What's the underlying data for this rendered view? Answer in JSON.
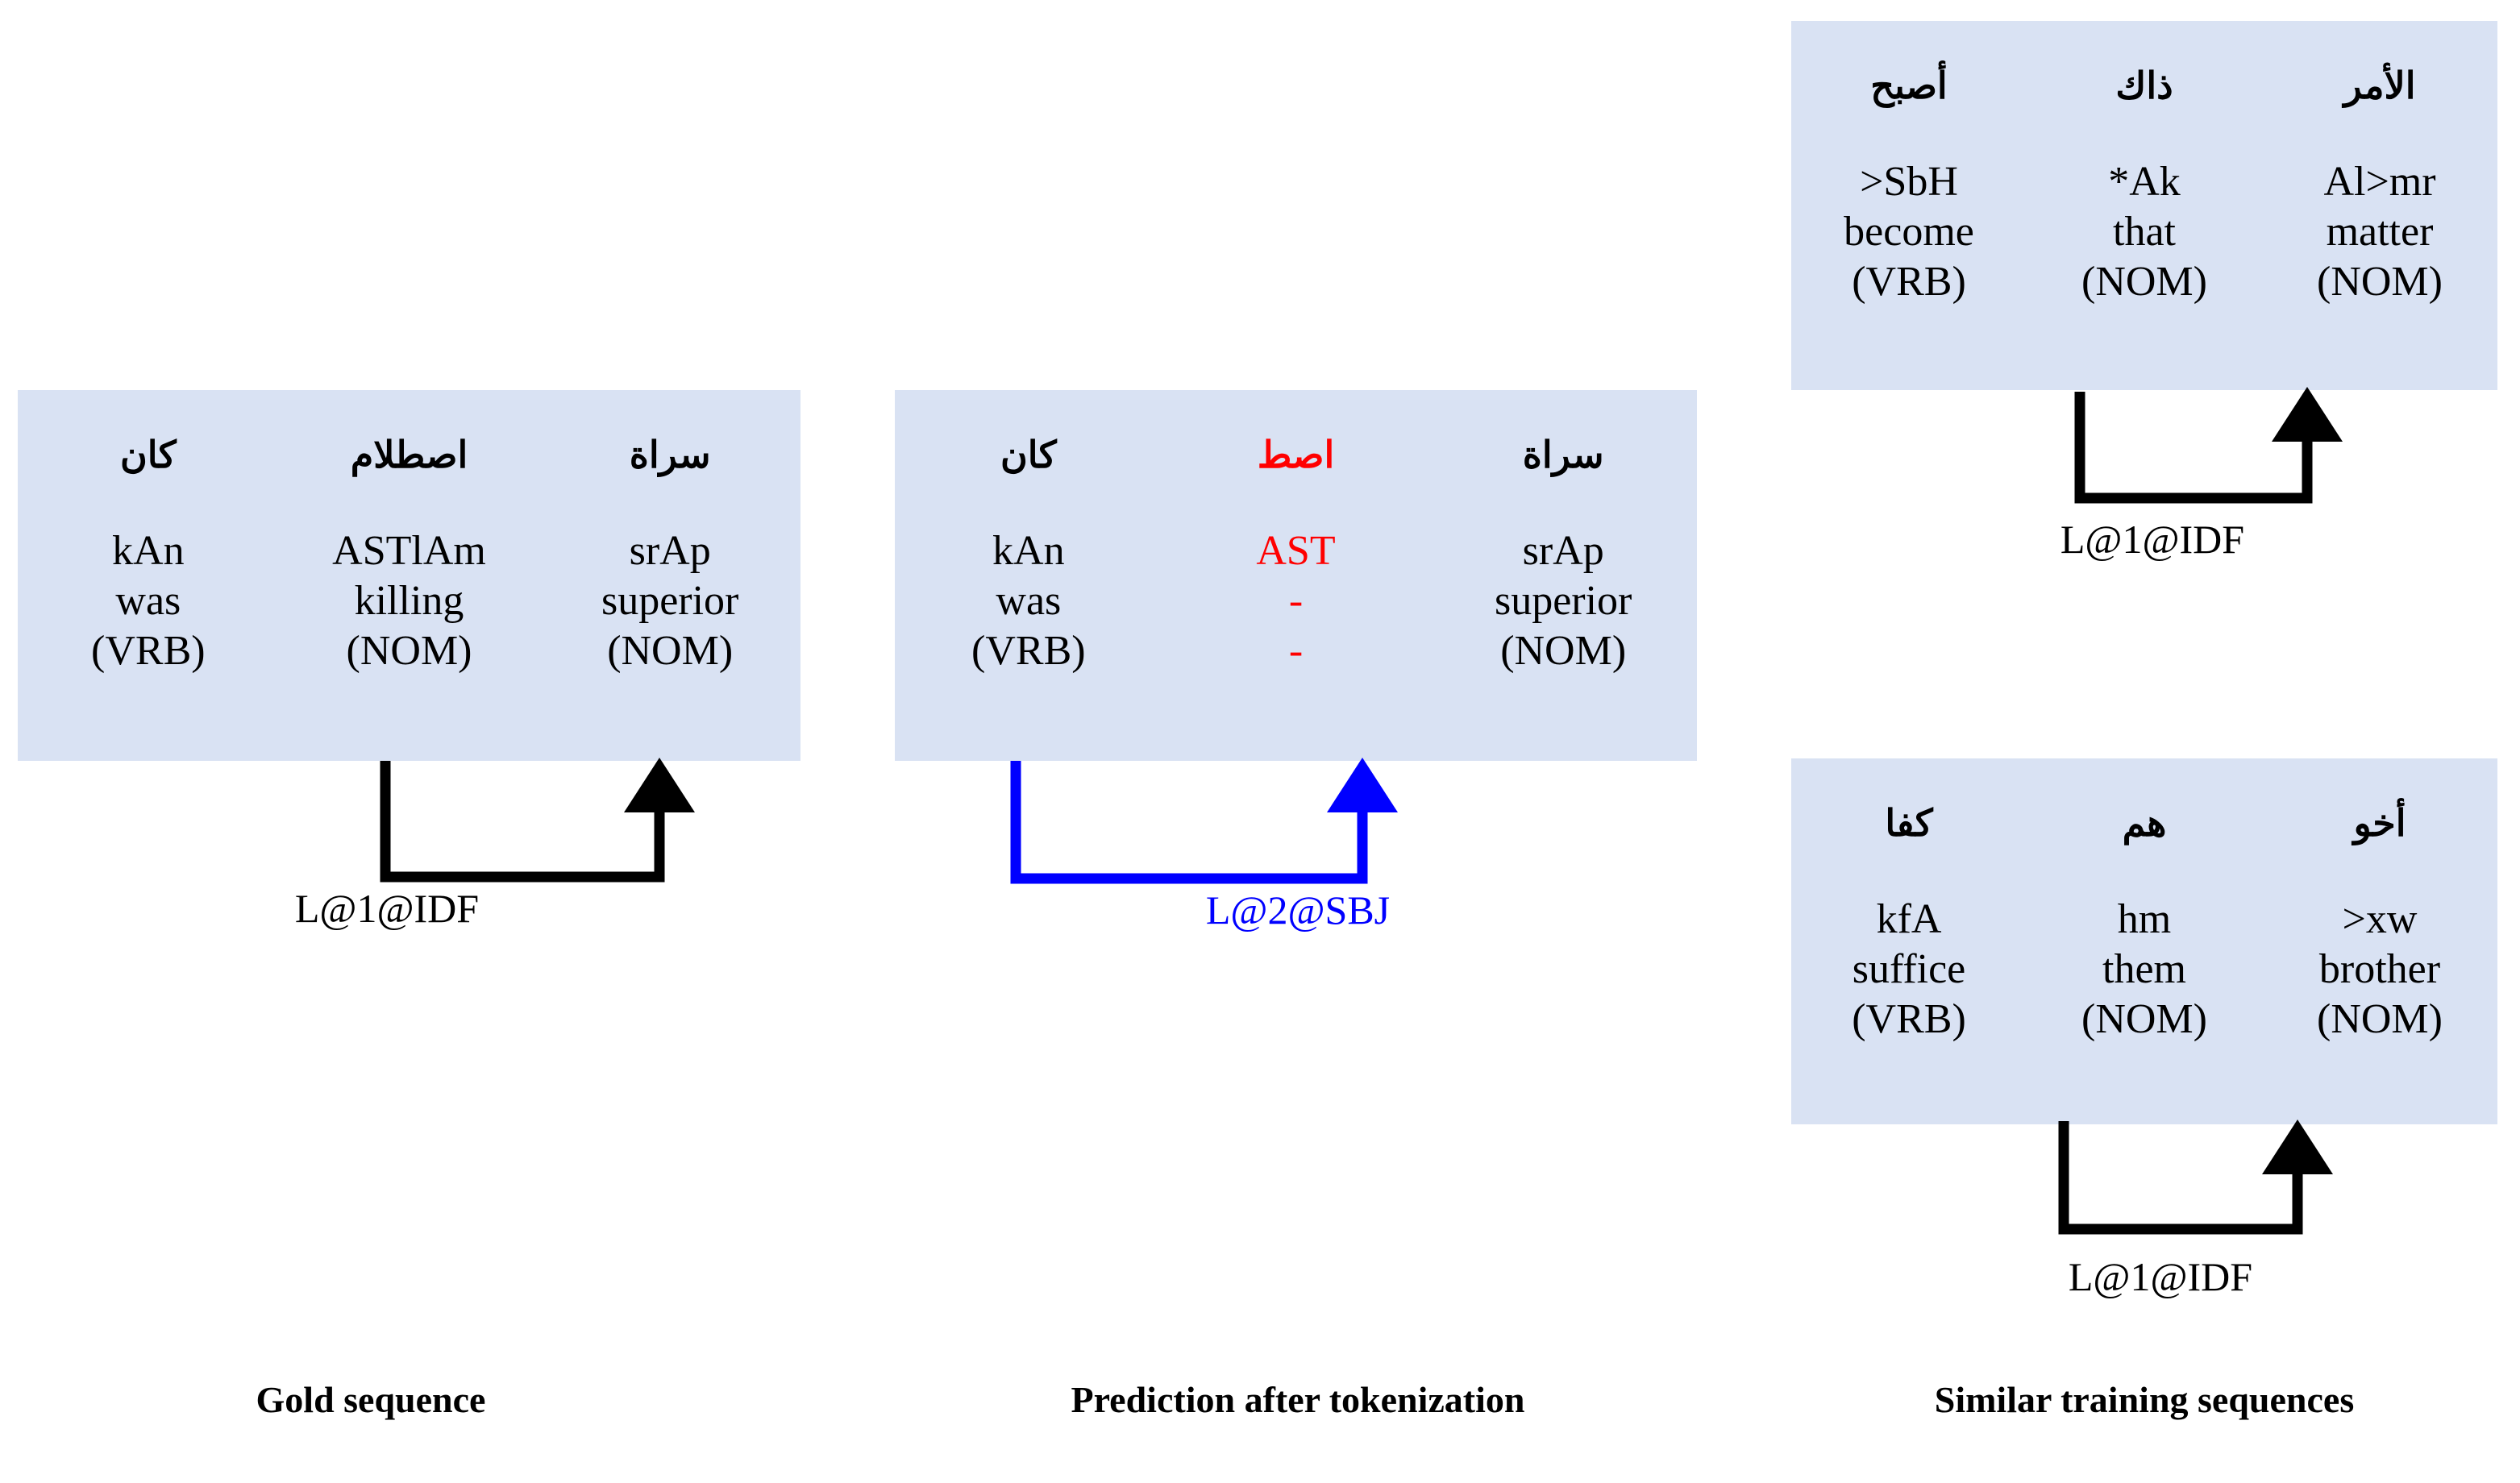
{
  "colors": {
    "panel_background": "#d9e2f3",
    "text": "#000000",
    "highlight_red": "#ff0000",
    "prediction_blue": "#0000ff"
  },
  "panels": {
    "gold": {
      "caption": "Gold sequence",
      "arc_label": "L@1@IDF",
      "arc_color": "#000000",
      "tokens": [
        {
          "arabic": "كان",
          "translit": "kAn",
          "gloss": "was",
          "pos": "(VRB)"
        },
        {
          "arabic": "اصطلام",
          "translit": "ASTlAm",
          "gloss": "killing",
          "pos": "(NOM)"
        },
        {
          "arabic": "سراة",
          "translit": "srAp",
          "gloss": "superior",
          "pos": "(NOM)"
        }
      ]
    },
    "prediction": {
      "caption": "Prediction after tokenization",
      "arc_label": "L@2@SBJ",
      "arc_color": "#0000ff",
      "tokens": [
        {
          "arabic": "كان",
          "translit": "kAn",
          "gloss": "was",
          "pos": "(VRB)",
          "highlight": false
        },
        {
          "arabic": "اصط",
          "translit": "AST",
          "gloss": "-",
          "pos": "-",
          "highlight": true
        },
        {
          "arabic": "سراة",
          "translit": "srAp",
          "gloss": "superior",
          "pos": "(NOM)",
          "highlight": false
        }
      ]
    },
    "training_top": {
      "caption": "Similar training sequences",
      "arc_label": "L@1@IDF",
      "arc_color": "#000000",
      "tokens": [
        {
          "arabic": "أصبح",
          "translit": ">SbH",
          "gloss": "become",
          "pos": "(VRB)"
        },
        {
          "arabic": "ذاك",
          "translit": "*Ak",
          "gloss": "that",
          "pos": "(NOM)"
        },
        {
          "arabic": "الأمر",
          "translit": "Al>mr",
          "gloss": "matter",
          "pos": "(NOM)"
        }
      ]
    },
    "training_bottom": {
      "arc_label": "L@1@IDF",
      "arc_color": "#000000",
      "tokens": [
        {
          "arabic": "كفا",
          "translit": "kfA",
          "gloss": "suffice",
          "pos": "(VRB)"
        },
        {
          "arabic": "هم",
          "translit": "hm",
          "gloss": "them",
          "pos": "(NOM)"
        },
        {
          "arabic": "أخو",
          "translit": ">xw",
          "gloss": "brother",
          "pos": "(NOM)"
        }
      ]
    }
  }
}
